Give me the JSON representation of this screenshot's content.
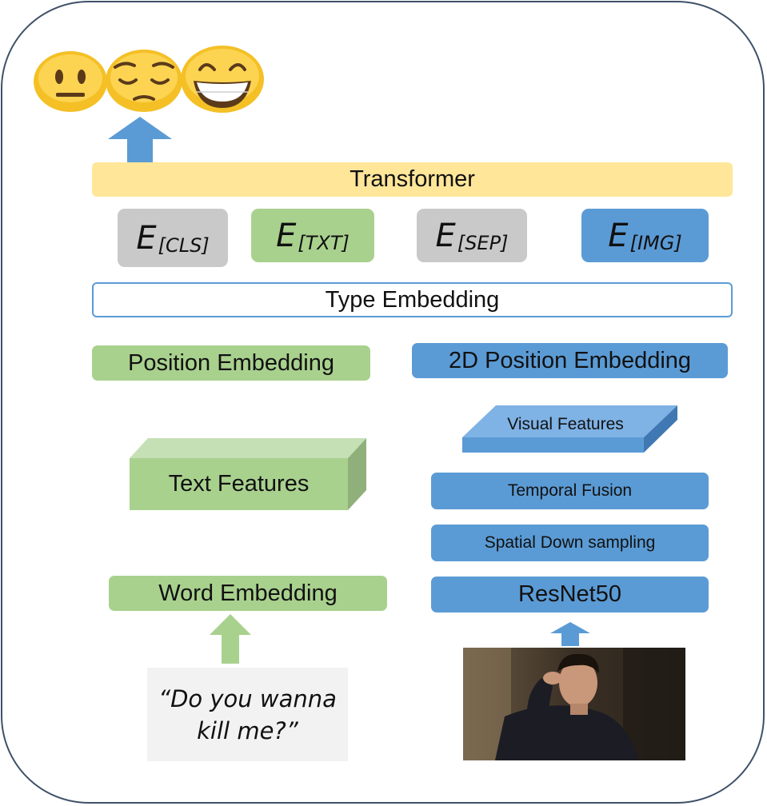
{
  "emojis": [
    "neutral-face",
    "pensive-face",
    "grinning-face"
  ],
  "transformer": {
    "label": "Transformer"
  },
  "type_embeddings": [
    {
      "base": "E",
      "sub": "[CLS]",
      "color": "#c9c9c9"
    },
    {
      "base": "E",
      "sub": "[TXT]",
      "color": "#a9d18e"
    },
    {
      "base": "E",
      "sub": "[SEP]",
      "color": "#c9c9c9"
    },
    {
      "base": "E",
      "sub": "[IMG]",
      "color": "#5b9bd5"
    }
  ],
  "type_embedding": {
    "label": "Type Embedding"
  },
  "text_branch": {
    "position": "Position Embedding",
    "features": "Text Features",
    "word": "Word Embedding",
    "quote_line1": "“Do you wanna",
    "quote_line2": "kill me?”"
  },
  "visual_branch": {
    "position": "2D Position Embedding",
    "features": "Visual Features",
    "temporal": "Temporal Fusion",
    "spatial": "Spatial Down sampling",
    "resnet": "ResNet50"
  },
  "colors": {
    "green": "#a9d18e",
    "blue": "#5b9bd5",
    "yellow": "#ffe699",
    "gray": "#c9c9c9",
    "frame": "#3f5168"
  }
}
